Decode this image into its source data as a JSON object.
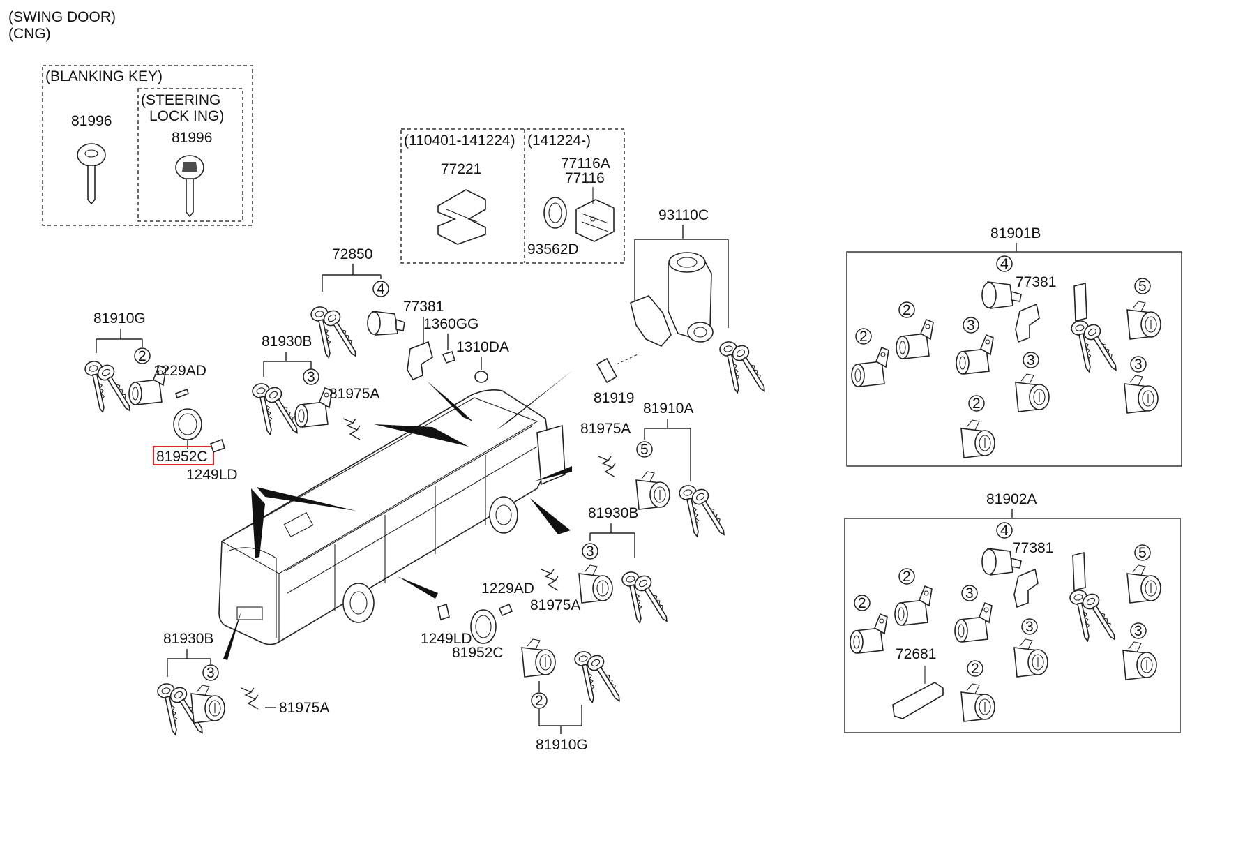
{
  "header": {
    "line1": "(SWING DOOR)",
    "line2": "(CNG)"
  },
  "blanking_group": {
    "title": "(BLANKING KEY)",
    "sub_title_line1": "(STEERING",
    "sub_title_line2": "LOCK  ING)",
    "key_label": "81996",
    "steering_key_label": "81996"
  },
  "date_groups": {
    "left_range": "(110401-141224)",
    "right_range": "(141224-)",
    "bracket_old": "77221",
    "bracket_new_a": "77116A",
    "bracket_new": "77116",
    "ring": "93562D"
  },
  "callouts": {
    "ignition_assy": "93110C",
    "ignition_bolt": "81919",
    "key_set_top": "72850",
    "holder_top": "77381",
    "nut": "1360GG",
    "cap": "1310DA",
    "cyl_set_left": "81910G",
    "screw_left": "1229AD",
    "washer_left": "81952C",
    "bolt_left": "1249LD",
    "cyl_set_mid_top": "81930B",
    "clip_mid_top": "81975A",
    "clip_right": "81975A",
    "cyl_set_right": "81910A",
    "cyl_set_lower": "81930B",
    "screw_lower": "1229AD",
    "clip_lower": "81975A",
    "bolt_lower": "1249LD",
    "washer_lower": "81952C",
    "cyl_set_bottom": "81910G",
    "cyl_set_rear": "81930B",
    "clip_rear": "81975A"
  },
  "circle_numbers": {
    "n2": "2",
    "n3": "3",
    "n4": "4",
    "n5": "5"
  },
  "kit_1": {
    "label": "81901B",
    "holder": "77381"
  },
  "kit_2": {
    "label": "81902A",
    "holder": "77381",
    "plate": "72681"
  },
  "highlight_part": "81952C",
  "colors": {
    "highlight": "#e0242b",
    "line": "#222222"
  }
}
